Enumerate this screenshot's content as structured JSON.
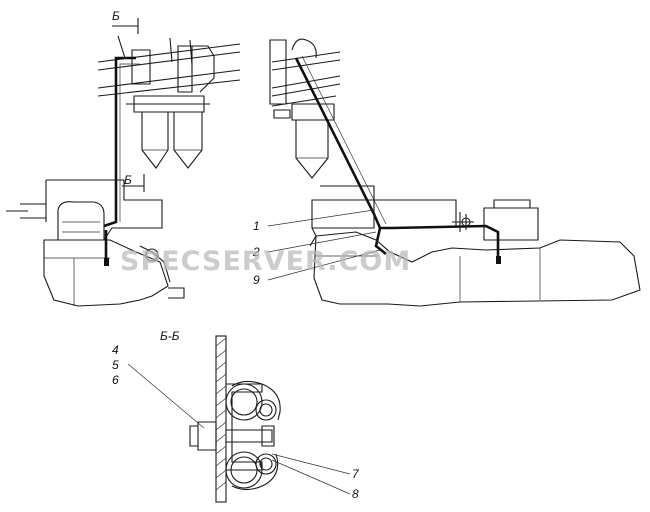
{
  "labels": {
    "section_mark_top": "Б",
    "section_mark_bottom": "Б",
    "section_title": "Б-Б",
    "callout_1": "1",
    "callout_2": "2",
    "callout_9": "9",
    "callout_4": "4",
    "callout_5": "5",
    "callout_6": "6",
    "callout_7": "7",
    "callout_8": "8"
  },
  "watermark": {
    "text": "SPECSERVER.COM"
  },
  "colors": {
    "line": "#1a1a1a",
    "watermark": "#b9b9b9",
    "background": "#ffffff"
  }
}
